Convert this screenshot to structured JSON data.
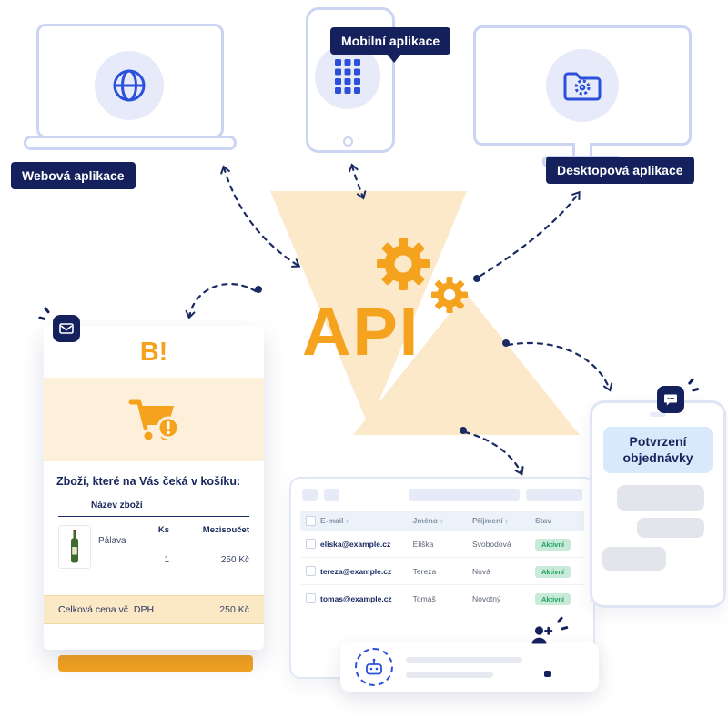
{
  "colors": {
    "navy": "#14215C",
    "orange": "#F5A31F",
    "blue": "#2B50DB",
    "cream": "#FBE9CA",
    "green_badge_bg": "#C8EBD9",
    "green_badge_text": "#21A05F"
  },
  "devices": {
    "web": {
      "label": "Webová aplikace",
      "icon": "globe-icon"
    },
    "mobile": {
      "label": "Mobilní aplikace",
      "icon": "keypad-icon"
    },
    "desktop": {
      "label": "Desktopová aplikace",
      "icon": "folder-gear-icon"
    }
  },
  "api": {
    "title": "API"
  },
  "email_card": {
    "logo": "B!",
    "heading": "Zboží, které na Vás čeká v košíku:",
    "name_header": "Název zboží",
    "qty_header": "Ks",
    "subtotal_header": "Mezisoučet",
    "product_name": "Pálava",
    "qty": "1",
    "subtotal": "250 Kč",
    "total_label": "Celková cena vč. DPH",
    "total_value": "250 Kč"
  },
  "admin_table": {
    "headers": {
      "email": "E-mail",
      "first_name": "Jméno",
      "last_name": "Příjmení",
      "status": "Stav"
    },
    "sort_glyph": "↕",
    "rows": [
      {
        "email": "eliska@example.cz",
        "first_name": "Eliška",
        "last_name": "Svobodová",
        "status": "Aktivní"
      },
      {
        "email": "tereza@example.cz",
        "first_name": "Tereza",
        "last_name": "Nová",
        "status": "Aktivní"
      },
      {
        "email": "tomas@example.cz",
        "first_name": "Tomáš",
        "last_name": "Novotný",
        "status": "Aktivní"
      }
    ]
  },
  "order_phone": {
    "label": "Potvrzení objednávky"
  }
}
